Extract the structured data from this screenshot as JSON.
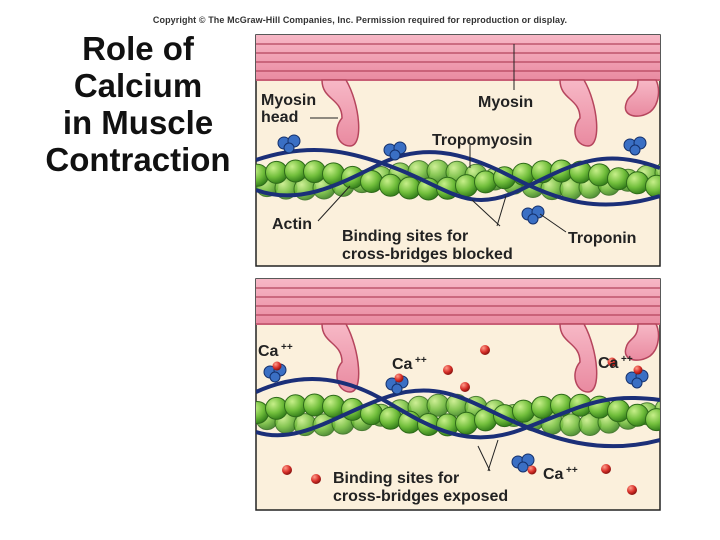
{
  "copyright": "Copyright © The McGraw-Hill Companies, Inc. Permission required for reproduction or display.",
  "title": [
    "Role of",
    "Calcium",
    "in Muscle",
    "Contraction"
  ],
  "top_panel": {
    "labels": {
      "myosin_head": [
        "Myosin",
        "head"
      ],
      "myosin": "Myosin",
      "tropomyosin": "Tropomyosin",
      "actin": "Actin",
      "binding_sites": [
        "Binding sites for",
        "cross-bridges blocked"
      ],
      "troponin": "Troponin"
    }
  },
  "bottom_panel": {
    "labels": {
      "ca_ion": "Ca",
      "ca_charge": "++",
      "binding_sites": [
        "Binding sites for",
        "cross-bridges exposed"
      ]
    }
  },
  "colors": {
    "myosin_fill": "#f2a3b4",
    "myosin_stroke": "#b5455d",
    "panel_bg": "#fbf0dc",
    "actin_fill": "#7cc24a",
    "actin_stroke": "#2f6b1a",
    "tropomyosin": "#1b2f78",
    "troponin": "#3a6fc4",
    "calcium": "#d8302a"
  }
}
